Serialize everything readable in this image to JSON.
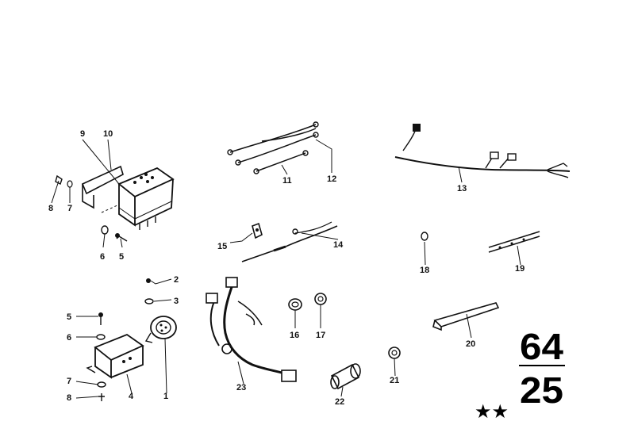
{
  "diagram": {
    "group_top": "64",
    "group_bottom": "25",
    "stars": "★★",
    "part_labels": {
      "p1": "1",
      "p2": "2",
      "p3": "3",
      "p4": "4",
      "p5a": "5",
      "p5b": "5",
      "p6a": "6",
      "p6b": "6",
      "p7a": "7",
      "p7b": "7",
      "p8a": "8",
      "p8b": "8",
      "p9": "9",
      "p10": "10",
      "p11": "11",
      "p12": "12",
      "p13": "13",
      "p14": "14",
      "p15": "15",
      "p16": "16",
      "p17": "17",
      "p18": "18",
      "p19": "19",
      "p20": "20",
      "p21": "21",
      "p22": "22",
      "p23": "23"
    }
  }
}
